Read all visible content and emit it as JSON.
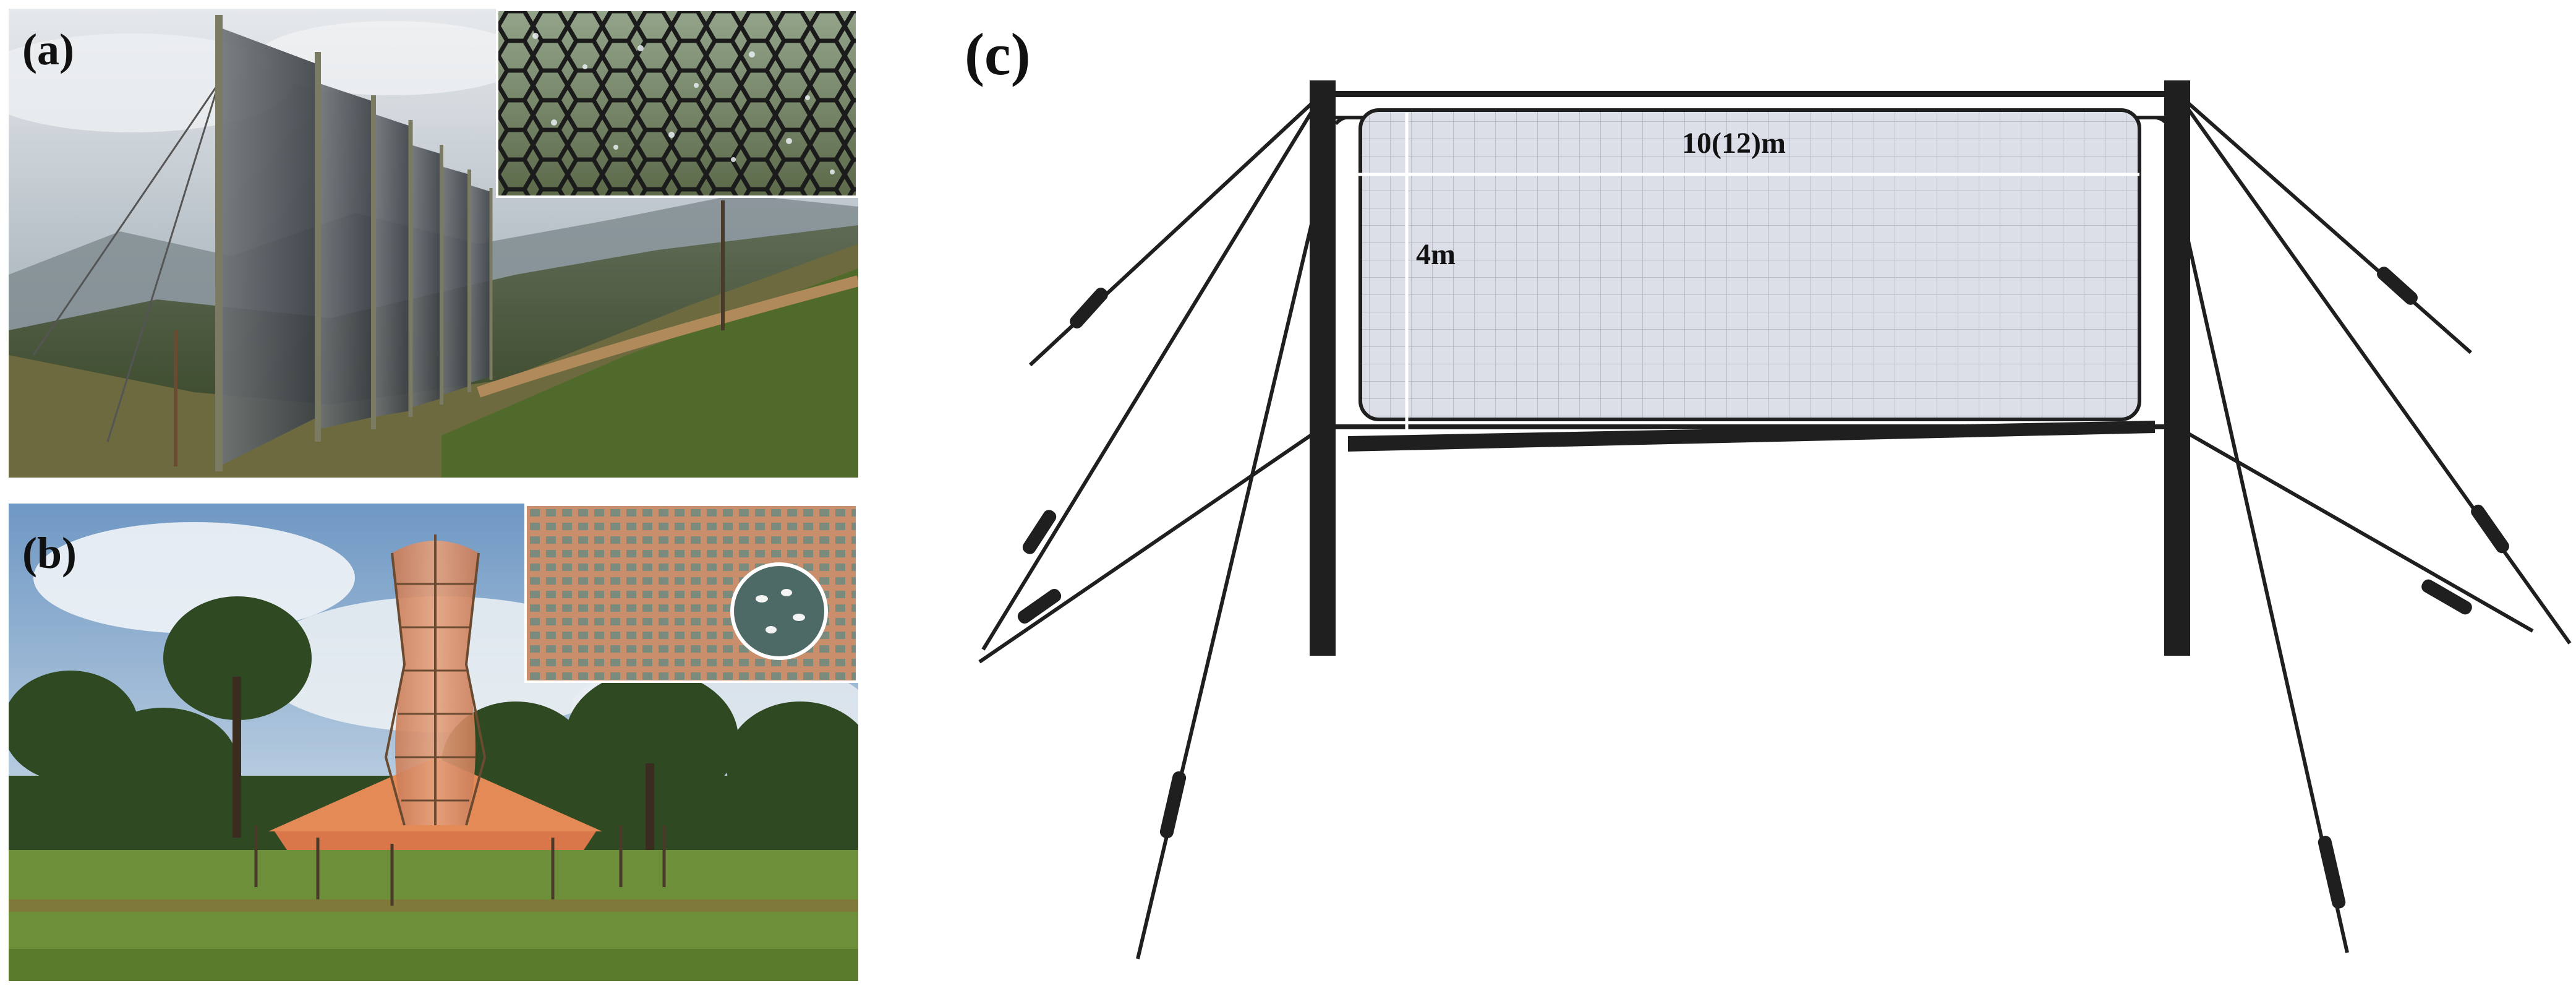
{
  "panels": {
    "a": {
      "label": "(a)"
    },
    "b": {
      "label": "(b)"
    },
    "c": {
      "label": "(c)",
      "width_label": "10(12)m",
      "height_label": "4m"
    }
  },
  "colors": {
    "frame": "#1f1f1f",
    "mesh": "#dcdfe8",
    "tower": "#d98a63",
    "sky_a": "#c9d1d8",
    "sky_b": "#8fb2d4",
    "grass": "#6e8f3a"
  },
  "icons": [
    "fog-net-photo",
    "hexagonal-mesh-closeup",
    "warka-tower-photo",
    "mesh-closeup-with-droplets",
    "fog-collector-diagram"
  ]
}
